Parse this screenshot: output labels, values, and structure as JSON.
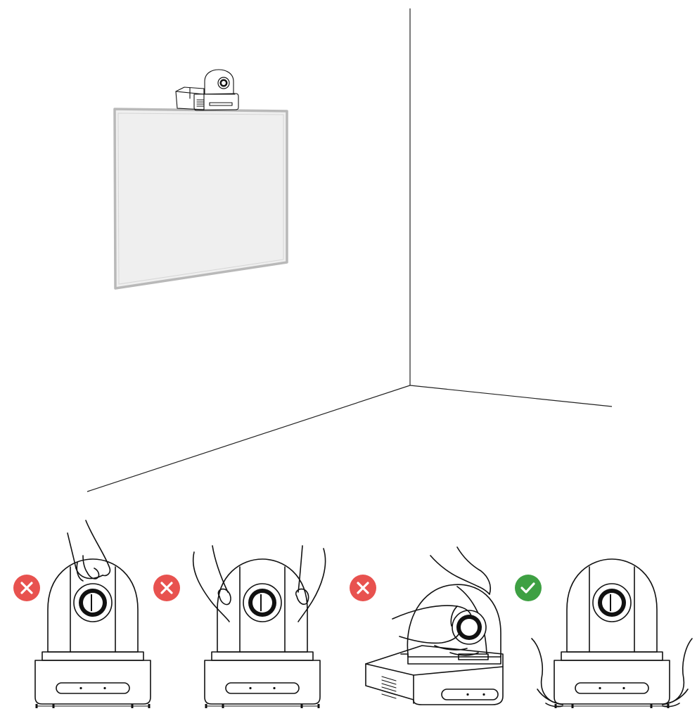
{
  "figure": {
    "scene": "room-corner-with-screen-and-camera",
    "colors": {
      "wrong": "#e8524f",
      "right": "#3ea043",
      "screen_fill": "#efefef",
      "screen_border": "#b9b9b9",
      "line": "#111111"
    }
  },
  "handling_examples": [
    {
      "status": "wrong",
      "icon": "cross-icon",
      "grip": "lifting-by-top-of-head"
    },
    {
      "status": "wrong",
      "icon": "cross-icon",
      "grip": "holding-sides-of-head"
    },
    {
      "status": "wrong",
      "icon": "cross-icon",
      "grip": "gripping-lens"
    },
    {
      "status": "right",
      "icon": "check-icon",
      "grip": "holding-base-from-below"
    }
  ]
}
